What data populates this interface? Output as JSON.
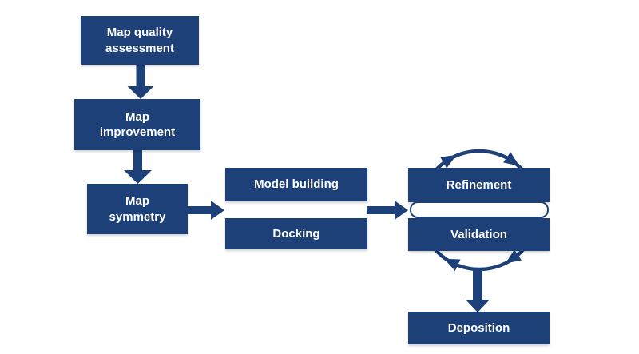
{
  "colors": {
    "navy": "#1c4077",
    "background": "#ffffff",
    "box_text": "#ffffff"
  },
  "boxes": {
    "map_quality_assessment": {
      "label": "Map quality\nassessment"
    },
    "map_improvement": {
      "label": "Map\nimprovement"
    },
    "map_symmetry": {
      "label": "Map\nsymmetry"
    },
    "model_building": {
      "label": "Model building"
    },
    "docking": {
      "label": "Docking"
    },
    "refinement": {
      "label": "Refinement"
    },
    "validation": {
      "label": "Validation"
    },
    "deposition": {
      "label": "Deposition"
    }
  },
  "connections": [
    {
      "from": "map_quality_assessment",
      "to": "map_improvement",
      "type": "straight-arrow"
    },
    {
      "from": "map_improvement",
      "to": "map_symmetry",
      "type": "straight-arrow"
    },
    {
      "from": "map_symmetry",
      "to": "model_building_docking_group",
      "type": "straight-arrow"
    },
    {
      "from": "model_building_docking_group",
      "to": "refinement_validation_group",
      "type": "straight-arrow"
    },
    {
      "from": "refinement",
      "to": "validation",
      "type": "cycle-arrows-clockwise"
    },
    {
      "from": "refinement_validation_group",
      "to": "deposition",
      "type": "straight-arrow"
    }
  ]
}
